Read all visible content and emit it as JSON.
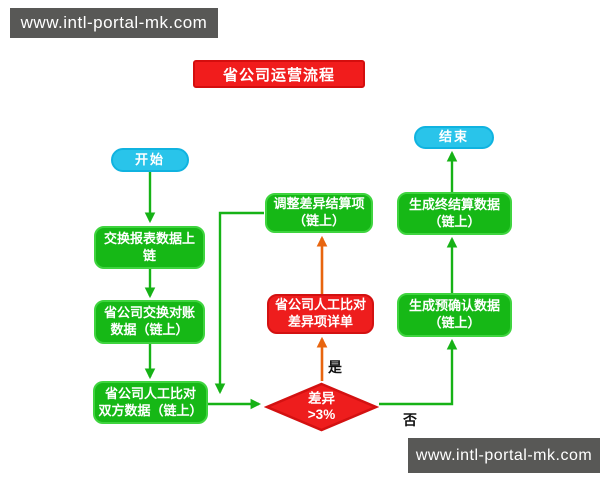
{
  "watermark": {
    "top_text": "www.intl-portal-mk.com",
    "bottom_text": "www.intl-portal-mk.com"
  },
  "title": "省公司运营流程",
  "flowchart": {
    "nodes": {
      "start": {
        "label": "开始",
        "type": "terminator"
      },
      "end": {
        "label": "结束",
        "type": "terminator"
      },
      "exchange_report": {
        "label": "交换报表数据上\n链",
        "type": "process"
      },
      "exchange_reconcile": {
        "label": "省公司交换对账\n数据（链上）",
        "type": "process"
      },
      "manual_compare": {
        "label": "省公司人工比对\n双方数据（链上）",
        "type": "process"
      },
      "adjust_diff": {
        "label": "调整差异结算项\n（链上）",
        "type": "process"
      },
      "manual_compare_diff": {
        "label": "省公司人工比对\n差异项详单",
        "type": "process-highlight"
      },
      "final_settlement": {
        "label": "生成终结算数据\n（链上）",
        "type": "process"
      },
      "pre_confirm": {
        "label": "生成预确认数据\n（链上）",
        "type": "process"
      },
      "decision": {
        "label": "差异\n>3%",
        "type": "decision"
      }
    },
    "edge_labels": {
      "yes": "是",
      "no": "否"
    }
  },
  "colors": {
    "node_green": "#16b816",
    "node_green_border": "#3fd43f",
    "node_red": "#ee1d1d",
    "node_red_border": "#d31111",
    "terminator_cyan": "#29c4ea",
    "terminator_cyan_border": "#10b3e0",
    "title_red": "#f11c1c",
    "title_red_border": "#d40e0e",
    "arrow_green": "#16b216",
    "arrow_orange": "#e8650f",
    "watermark_bg": "#585856",
    "label_black": "#111111"
  }
}
